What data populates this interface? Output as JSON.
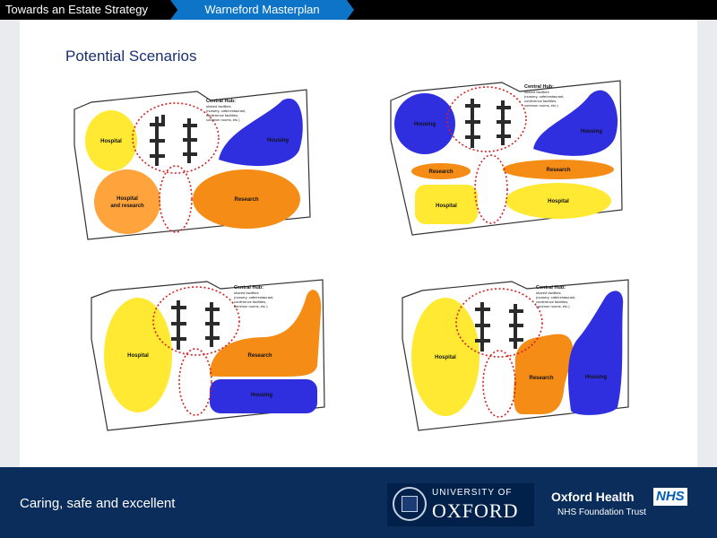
{
  "breadcrumb": {
    "section": "Towards an Estate Strategy",
    "current": "Warneford Masterplan"
  },
  "slide": {
    "title": "Potential Scenarios"
  },
  "hub": {
    "title": "Central Hub:",
    "lines": [
      "shared facilities",
      "(nursery, cafe/restaurant,",
      "conference facilities,",
      "common rooms, etc.)"
    ]
  },
  "scenarios": [
    {
      "zones": [
        {
          "label": "Hospital",
          "color": "#ffe933"
        },
        {
          "label": "Hospital",
          "label2": "and research",
          "color": "#ffa33c"
        },
        {
          "label": "Research",
          "color": "#f58c15"
        },
        {
          "label": "Housing",
          "color": "#2f2fe0"
        }
      ]
    },
    {
      "zones": [
        {
          "label": "Housing",
          "color": "#2f2fe0"
        },
        {
          "label": "Research",
          "color": "#f58c15"
        },
        {
          "label": "Hospital",
          "color": "#ffe933"
        },
        {
          "label": "Research",
          "color": "#f58c15"
        },
        {
          "label": "Hospital",
          "color": "#ffe933"
        },
        {
          "label": "Housing",
          "color": "#2f2fe0"
        }
      ]
    },
    {
      "zones": [
        {
          "label": "Hospital",
          "color": "#ffe933"
        },
        {
          "label": "Research",
          "color": "#f58c15"
        },
        {
          "label": "Housing",
          "color": "#2f2fe0"
        }
      ]
    },
    {
      "zones": [
        {
          "label": "Hospital",
          "color": "#ffe933"
        },
        {
          "label": "Research",
          "color": "#f58c15"
        },
        {
          "label": "Housing",
          "color": "#2f2fe0"
        }
      ]
    }
  ],
  "footer": {
    "tagline": "Caring, safe and excellent",
    "university_small": "UNIVERSITY OF",
    "university_big": "OXFORD",
    "org_name": "Oxford Health",
    "nhs": "NHS",
    "trust": "NHS Foundation Trust"
  }
}
